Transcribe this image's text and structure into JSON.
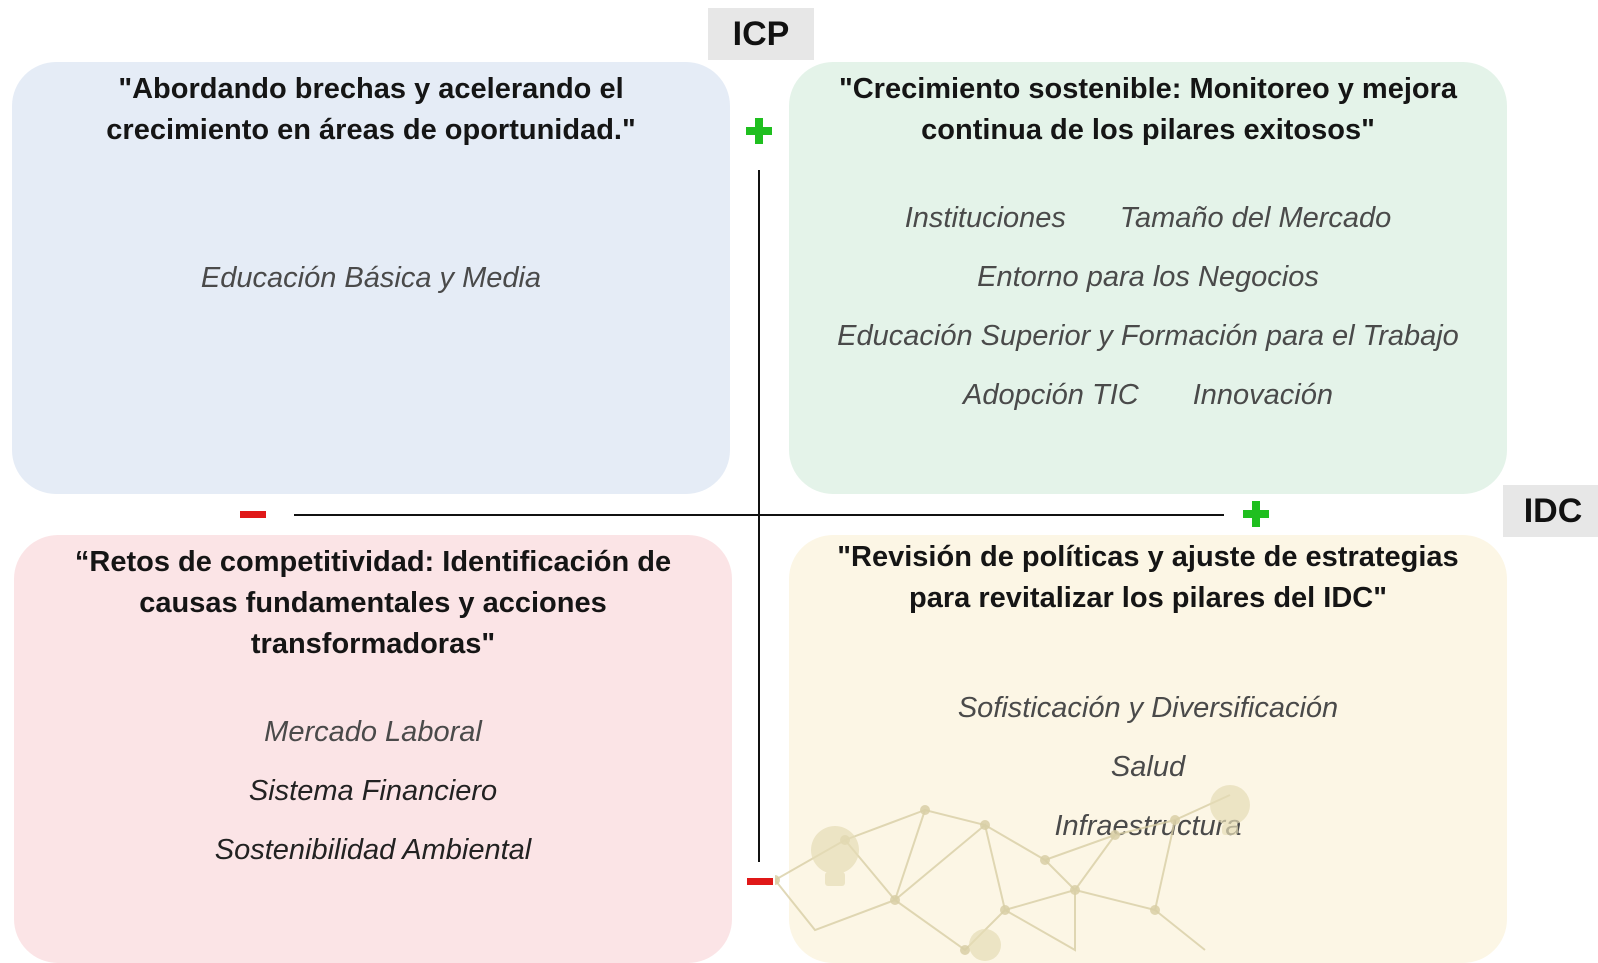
{
  "axes": {
    "vertical_label": "ICP",
    "horizontal_label": "IDC"
  },
  "colors": {
    "top_left": "#e5ecf6",
    "top_right": "#e4f3e9",
    "bottom_left": "#fbe4e6",
    "bottom_right": "#fcf6e5",
    "plus": "#1fbf1f",
    "minus": "#e01818"
  },
  "quadrants": {
    "top_left": {
      "title": "\"Abordando brechas y acelerando el\ncrecimiento en áreas de oportunidad.\"",
      "items": [
        "Educación Básica y Media"
      ]
    },
    "top_right": {
      "title": "\"Crecimiento sostenible: Monitoreo y mejora\ncontinua de los pilares exitosos\"",
      "items": [
        "Instituciones",
        "Tamaño del Mercado",
        "Entorno para los Negocios",
        "Educación Superior y Formación para el Trabajo",
        "Adopción TIC",
        "Innovación"
      ]
    },
    "bottom_left": {
      "title": "“Retos de competitividad: Identificación de\ncausas fundamentales y acciones\ntransformadoras\"",
      "items": [
        "Mercado Laboral",
        "Sistema Financiero",
        "Sostenibilidad Ambiental"
      ]
    },
    "bottom_right": {
      "title": "\"Revisión de políticas y ajuste de estrategias\npara revitalizar los pilares del IDC\"",
      "items": [
        "Sofisticación y Diversificación",
        "Salud",
        "Infraestructura"
      ]
    }
  },
  "icons": [
    "plus-icon",
    "minus-icon",
    "lightbulb-network-icon"
  ]
}
